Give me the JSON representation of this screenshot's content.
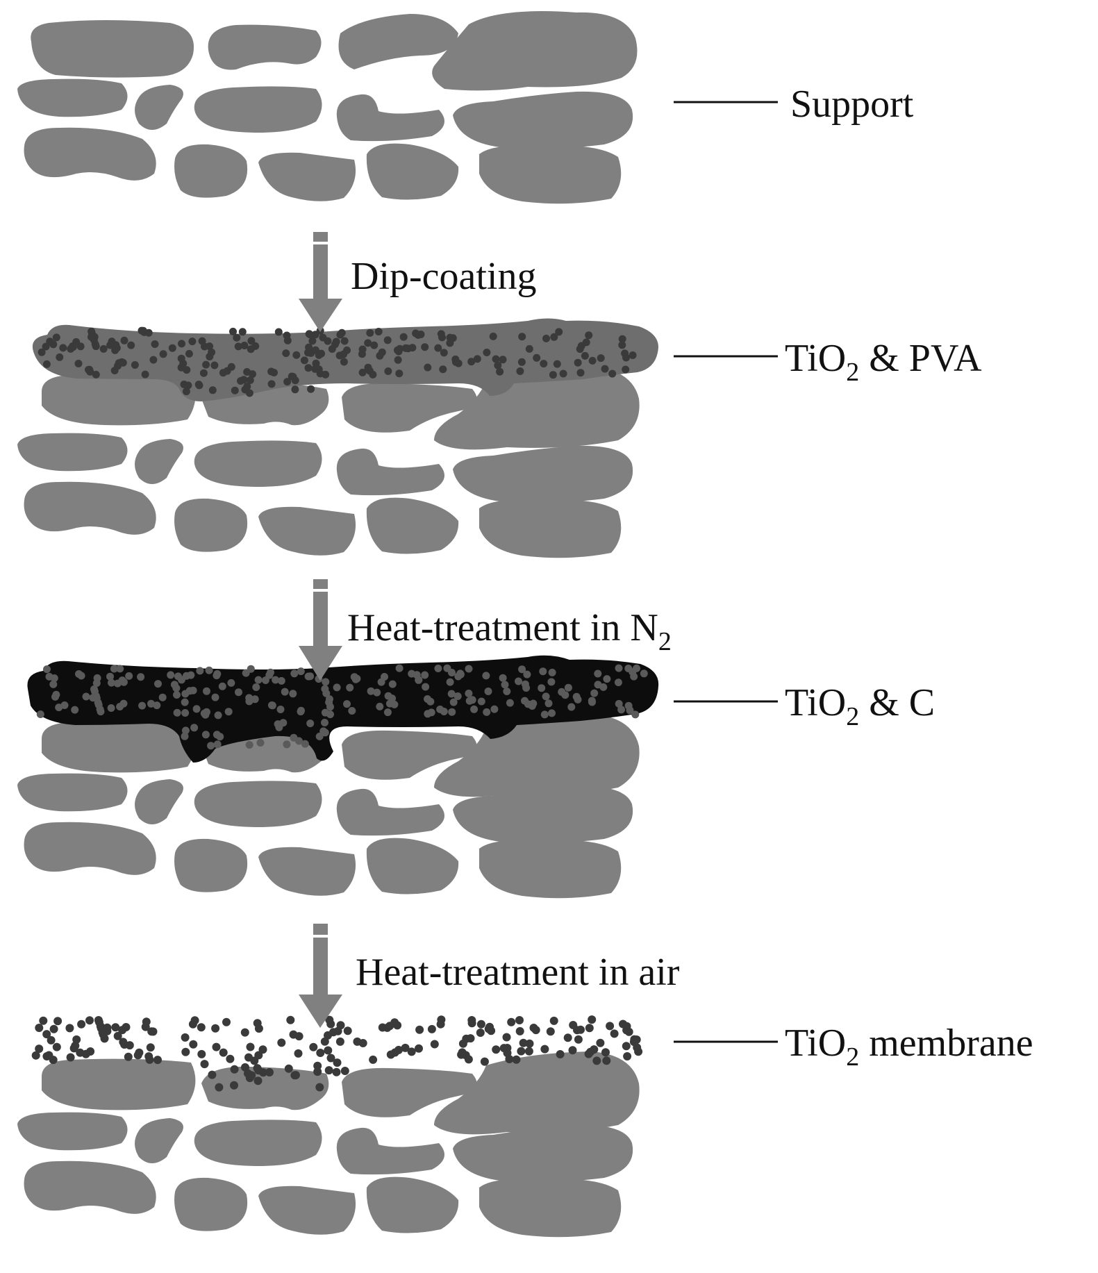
{
  "colors": {
    "grain": "#808080",
    "particle": "#3a3a3a",
    "pva_coat": "#6e6e6e",
    "carbon_coat": "#0d0d0d",
    "particle_in_carbon": "#5a5a5a",
    "arrow": "#808080",
    "leader_line": "#111111",
    "text": "#111111"
  },
  "stages": [
    {
      "label": {
        "main": "Support",
        "sub": "",
        "tail": ""
      },
      "coating": "none"
    },
    {
      "label": {
        "main": "TiO",
        "sub": "2",
        "tail": " & PVA"
      },
      "coating": "pva"
    },
    {
      "label": {
        "main": "TiO",
        "sub": "2",
        "tail": " & C"
      },
      "coating": "carbon"
    },
    {
      "label": {
        "main": "TiO",
        "sub": "2",
        "tail": " membrane"
      },
      "coating": "particles"
    }
  ],
  "steps": [
    {
      "main": "Dip-coating",
      "sub": ""
    },
    {
      "main": "Heat-treatment in N",
      "sub": "2"
    },
    {
      "main": "Heat-treatment in air",
      "sub": ""
    }
  ]
}
